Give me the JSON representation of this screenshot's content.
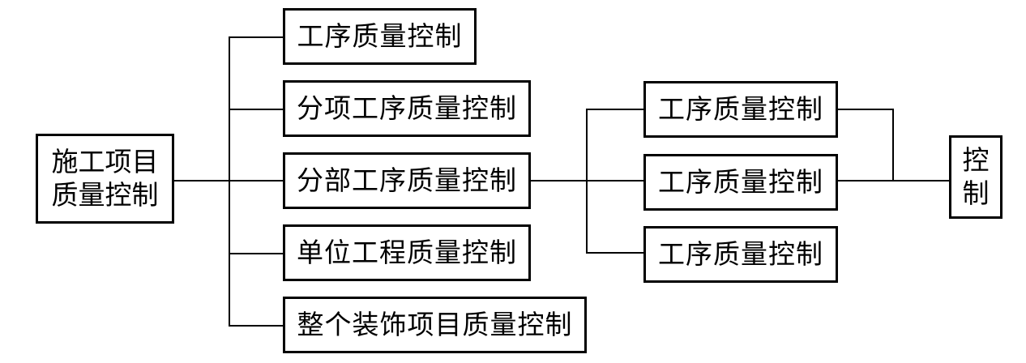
{
  "diagram": {
    "type": "tree-hierarchy",
    "orientation": "left-to-right",
    "background_color": "#ffffff",
    "line_color": "#000000",
    "text_color": "#000000",
    "root": {
      "id": "root",
      "label": "施工项目\n质量控制",
      "lines": [
        "施工项目",
        "质量控制"
      ]
    },
    "level1": [
      {
        "id": "l1-1",
        "label": "工序质量控制"
      },
      {
        "id": "l1-2",
        "label": "分项工序质量控制"
      },
      {
        "id": "l1-3",
        "label": "分部工序质量控制"
      },
      {
        "id": "l1-4",
        "label": "单位工程质量控制"
      },
      {
        "id": "l1-5",
        "label": "整个装饰项目质量控制"
      }
    ],
    "level2": [
      {
        "id": "l2-1",
        "label": "工序质量控制"
      },
      {
        "id": "l2-2",
        "label": "工序质量控制"
      },
      {
        "id": "l2-3",
        "label": "工序质量控制"
      }
    ],
    "level3": {
      "id": "l3-1",
      "label": "控制",
      "lines": [
        "控",
        "制"
      ]
    }
  }
}
